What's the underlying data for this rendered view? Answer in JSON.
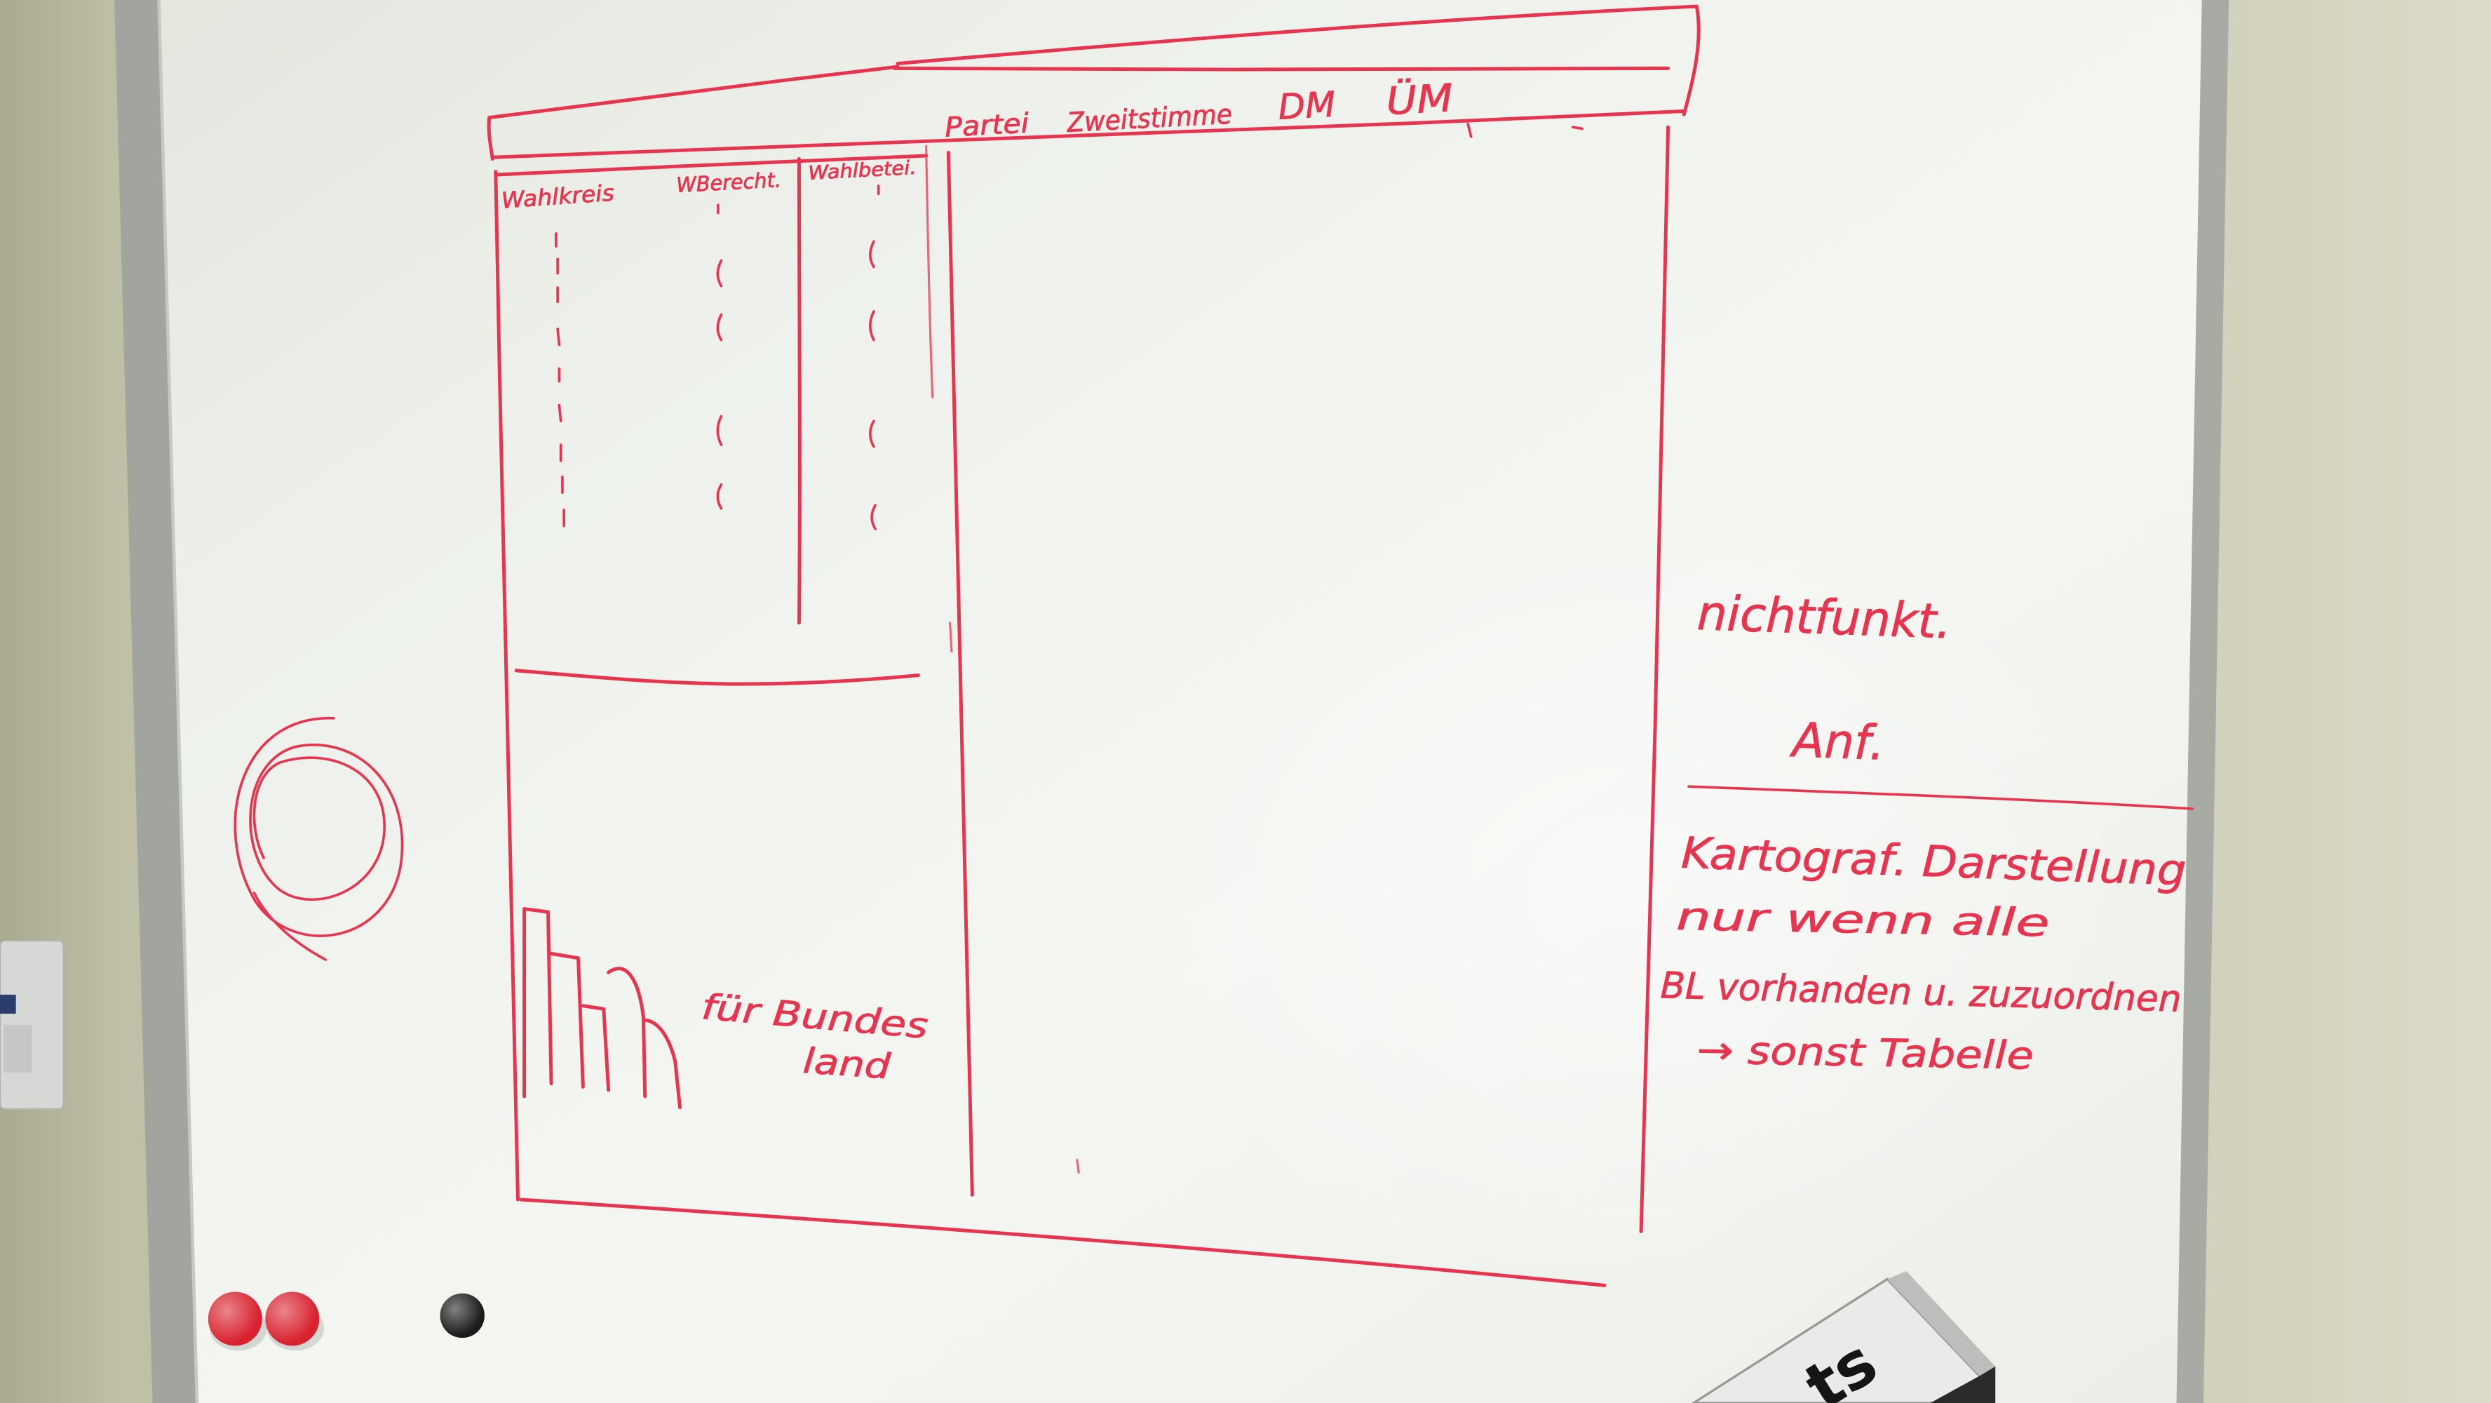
{
  "colors": {
    "marker": "#e8354f",
    "magnet_red": "#d8222e",
    "magnet_black": "#1b1b1b",
    "board": "#f1f3ef",
    "wall": "#cbcbb3"
  },
  "sketch": {
    "header_columns": [
      "Partei",
      "Zweitstimme",
      "DM",
      "ÜM"
    ],
    "table_columns": [
      "Wahlkreis",
      "WBerecht.",
      "Wahlbetei."
    ],
    "chart_caption": [
      "für Bundes",
      "land"
    ]
  },
  "notes": {
    "status": "nichtfunkt.",
    "label": "Anf.",
    "lines": [
      "Kartograf. Darstellung",
      "nur wenn alle",
      "BL vorhanden u. zuzuordnen",
      "→ sonst Tabelle"
    ]
  },
  "objects": {
    "eraser_label": "ts",
    "icons": [
      "magnet-icon",
      "eraser-icon",
      "circle-doodle-icon",
      "bar-chart-sketch-icon"
    ]
  }
}
